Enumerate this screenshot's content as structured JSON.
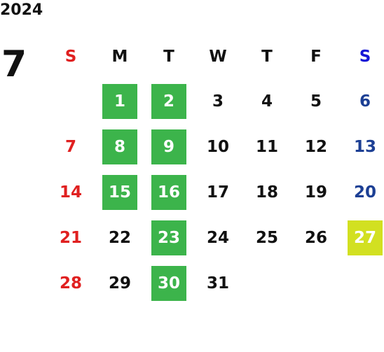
{
  "calendar": {
    "year": "2024",
    "month": "7",
    "weekdays": [
      "S",
      "M",
      "T",
      "W",
      "T",
      "F",
      "S"
    ],
    "weekday_colors": [
      "#e02020",
      "#111111",
      "#111111",
      "#111111",
      "#111111",
      "#111111",
      "#1515d6"
    ],
    "day_colors": {
      "sunday": "#e02020",
      "weekday": "#111111",
      "saturday": "#1c3f94"
    },
    "start_offset": 1,
    "days_in_month": 31,
    "highlight_colors": {
      "green": "#3cb44b",
      "yellow": "#d2e021"
    },
    "highlights": {
      "1": "green",
      "2": "green",
      "8": "green",
      "9": "green",
      "15": "green",
      "16": "green",
      "23": "green",
      "30": "green",
      "27": "yellow"
    }
  }
}
